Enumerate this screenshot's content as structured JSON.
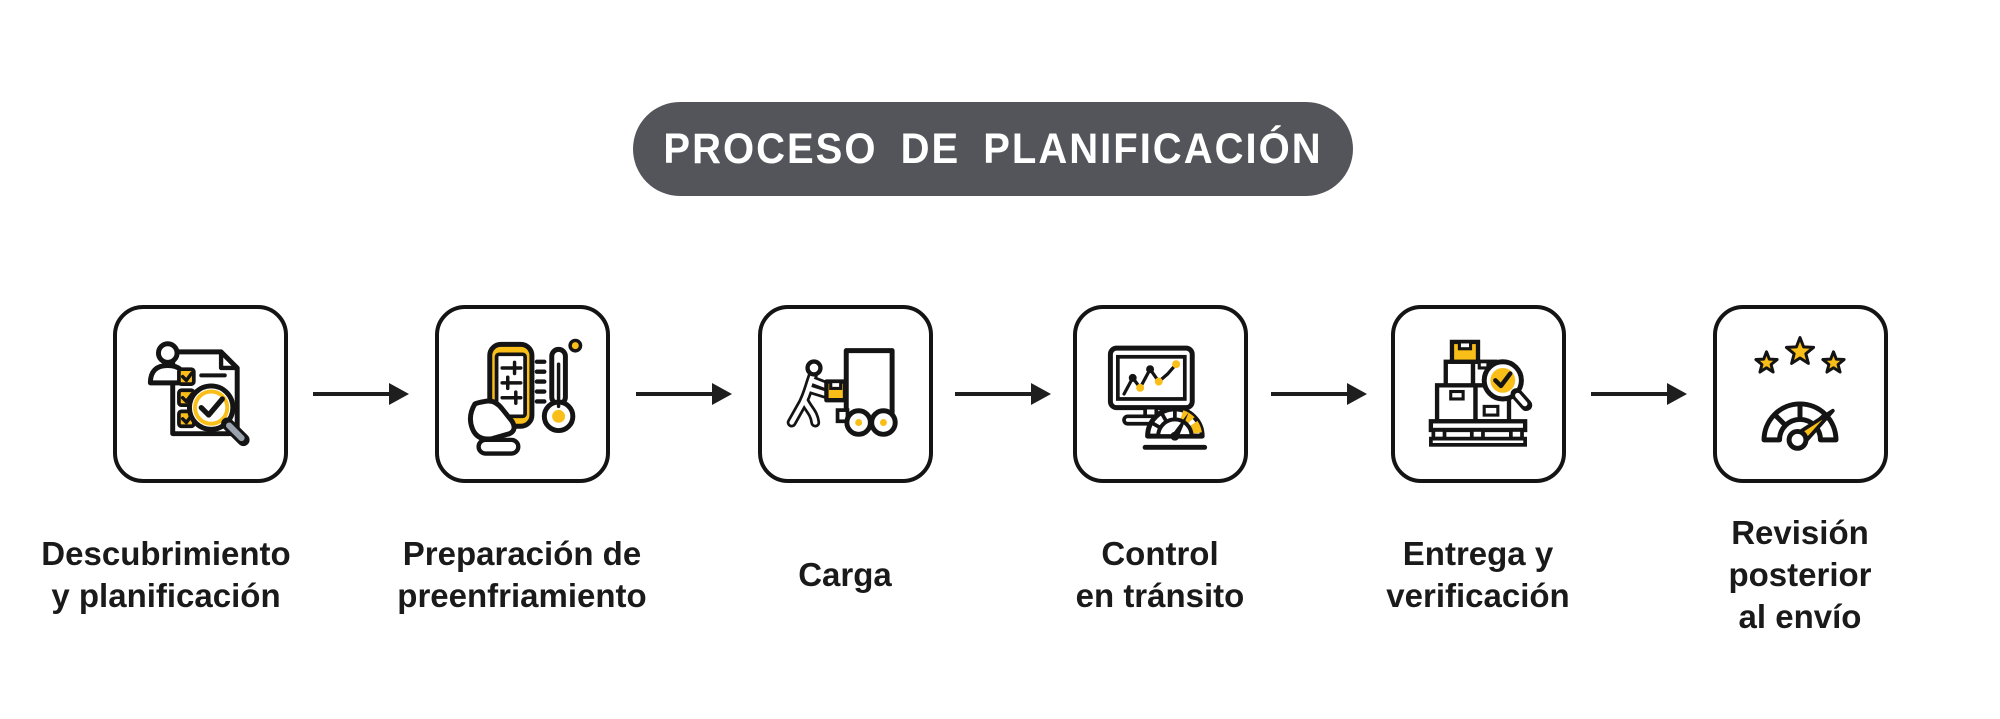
{
  "title": {
    "text": "PROCESO DE PLANIFICACIÓN",
    "bg_color": "#54555B",
    "text_color": "#FFFFFF"
  },
  "colors": {
    "accent_yellow": "#F9BE18",
    "outline_black": "#141414",
    "handle_gray": "#9AA3AD",
    "background": "#FFFFFF"
  },
  "steps": [
    {
      "id": 1,
      "label": "Descubrimiento\ny planificación",
      "icon": "checklist-search-icon"
    },
    {
      "id": 2,
      "label": "Preparación de\npreenfriamiento",
      "icon": "phone-thermometer-icon"
    },
    {
      "id": 3,
      "label": "Carga",
      "icon": "loading-truck-icon"
    },
    {
      "id": 4,
      "label": "Control\nen tránsito",
      "icon": "monitor-gauge-icon"
    },
    {
      "id": 5,
      "label": "Entrega y\nverificación",
      "icon": "pallet-check-icon"
    },
    {
      "id": 6,
      "label": "Revisión\nposterior\nal envío",
      "icon": "rating-gauge-icon"
    }
  ],
  "connector": {
    "type": "arrow-right",
    "count": 5
  }
}
